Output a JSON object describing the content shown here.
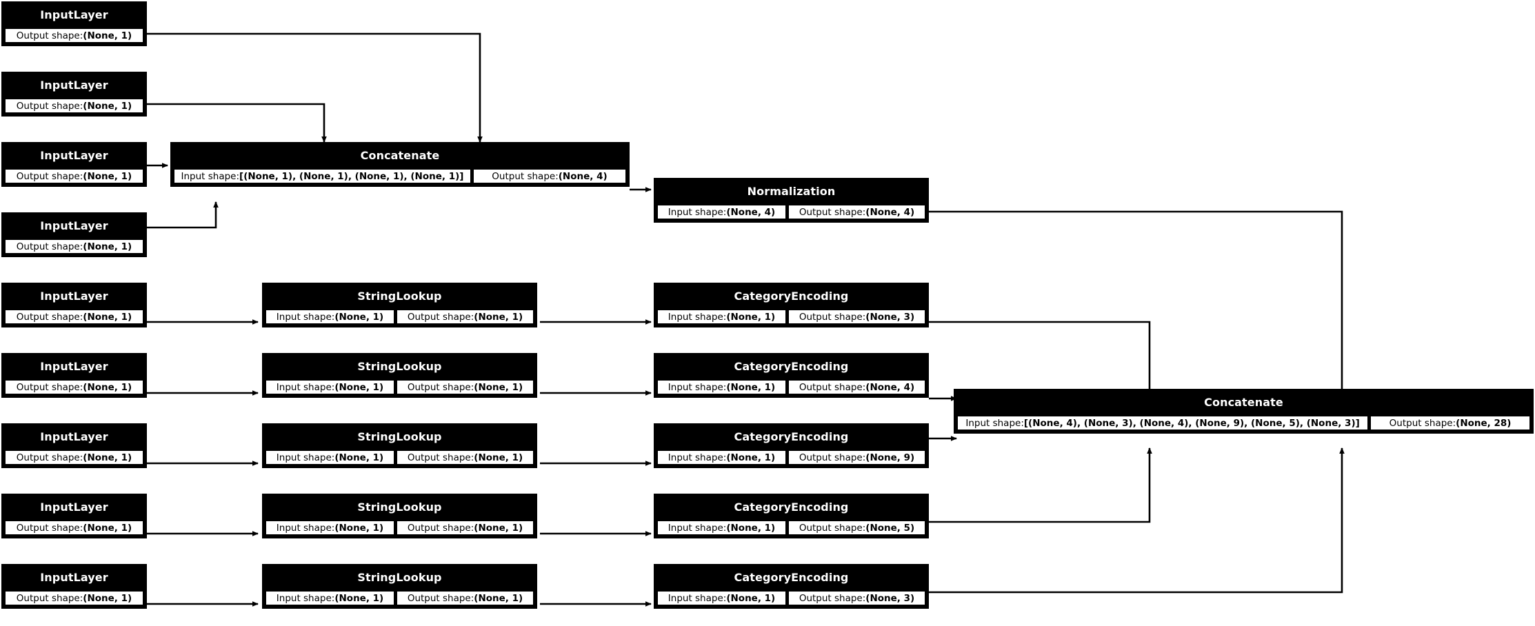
{
  "diagram": {
    "type": "keras-model-plot",
    "title": "",
    "colors": {
      "node_header_bg": "#000000",
      "node_header_text": "#ffffff",
      "node_body_bg": "#ffffff",
      "border": "#000000",
      "edge": "#000000"
    },
    "labels": {
      "input_prefix": "Input shape: ",
      "output_prefix": "Output shape: "
    }
  },
  "nodes": [
    {
      "id": "input_1",
      "type": "InputLayer",
      "output": "(None, 1)"
    },
    {
      "id": "input_2",
      "type": "InputLayer",
      "output": "(None, 1)"
    },
    {
      "id": "input_3",
      "type": "InputLayer",
      "output": "(None, 1)"
    },
    {
      "id": "input_4",
      "type": "InputLayer",
      "output": "(None, 1)"
    },
    {
      "id": "concat_1",
      "type": "Concatenate",
      "input": "[(None, 1), (None, 1), (None, 1), (None, 1)]",
      "output": "(None, 4)"
    },
    {
      "id": "norm_1",
      "type": "Normalization",
      "input": "(None, 4)",
      "output": "(None, 4)"
    },
    {
      "id": "input_5",
      "type": "InputLayer",
      "output": "(None, 1)"
    },
    {
      "id": "lookup_1",
      "type": "StringLookup",
      "input": "(None, 1)",
      "output": "(None, 1)"
    },
    {
      "id": "catenc_1",
      "type": "CategoryEncoding",
      "input": "(None, 1)",
      "output": "(None, 3)"
    },
    {
      "id": "input_6",
      "type": "InputLayer",
      "output": "(None, 1)"
    },
    {
      "id": "lookup_2",
      "type": "StringLookup",
      "input": "(None, 1)",
      "output": "(None, 1)"
    },
    {
      "id": "catenc_2",
      "type": "CategoryEncoding",
      "input": "(None, 1)",
      "output": "(None, 4)"
    },
    {
      "id": "input_7",
      "type": "InputLayer",
      "output": "(None, 1)"
    },
    {
      "id": "lookup_3",
      "type": "StringLookup",
      "input": "(None, 1)",
      "output": "(None, 1)"
    },
    {
      "id": "catenc_3",
      "type": "CategoryEncoding",
      "input": "(None, 1)",
      "output": "(None, 9)"
    },
    {
      "id": "input_8",
      "type": "InputLayer",
      "output": "(None, 1)"
    },
    {
      "id": "lookup_4",
      "type": "StringLookup",
      "input": "(None, 1)",
      "output": "(None, 1)"
    },
    {
      "id": "catenc_4",
      "type": "CategoryEncoding",
      "input": "(None, 1)",
      "output": "(None, 5)"
    },
    {
      "id": "input_9",
      "type": "InputLayer",
      "output": "(None, 1)"
    },
    {
      "id": "lookup_5",
      "type": "StringLookup",
      "input": "(None, 1)",
      "output": "(None, 1)"
    },
    {
      "id": "catenc_5",
      "type": "CategoryEncoding",
      "input": "(None, 1)",
      "output": "(None, 3)"
    },
    {
      "id": "concat_2",
      "type": "Concatenate",
      "input": "[(None, 4), (None, 3), (None, 4), (None, 9), (None, 5), (None, 3)]",
      "output": "(None, 28)"
    }
  ],
  "edges": [
    {
      "from": "input_1",
      "to": "concat_1"
    },
    {
      "from": "input_2",
      "to": "concat_1"
    },
    {
      "from": "input_3",
      "to": "concat_1"
    },
    {
      "from": "input_4",
      "to": "concat_1"
    },
    {
      "from": "concat_1",
      "to": "norm_1"
    },
    {
      "from": "norm_1",
      "to": "concat_2"
    },
    {
      "from": "input_5",
      "to": "lookup_1"
    },
    {
      "from": "lookup_1",
      "to": "catenc_1"
    },
    {
      "from": "catenc_1",
      "to": "concat_2"
    },
    {
      "from": "input_6",
      "to": "lookup_2"
    },
    {
      "from": "lookup_2",
      "to": "catenc_2"
    },
    {
      "from": "catenc_2",
      "to": "concat_2"
    },
    {
      "from": "input_7",
      "to": "lookup_3"
    },
    {
      "from": "lookup_3",
      "to": "catenc_3"
    },
    {
      "from": "catenc_3",
      "to": "concat_2"
    },
    {
      "from": "input_8",
      "to": "lookup_4"
    },
    {
      "from": "lookup_4",
      "to": "catenc_4"
    },
    {
      "from": "catenc_4",
      "to": "concat_2"
    },
    {
      "from": "input_9",
      "to": "lookup_5"
    },
    {
      "from": "lookup_5",
      "to": "catenc_5"
    },
    {
      "from": "catenc_5",
      "to": "concat_2"
    }
  ]
}
